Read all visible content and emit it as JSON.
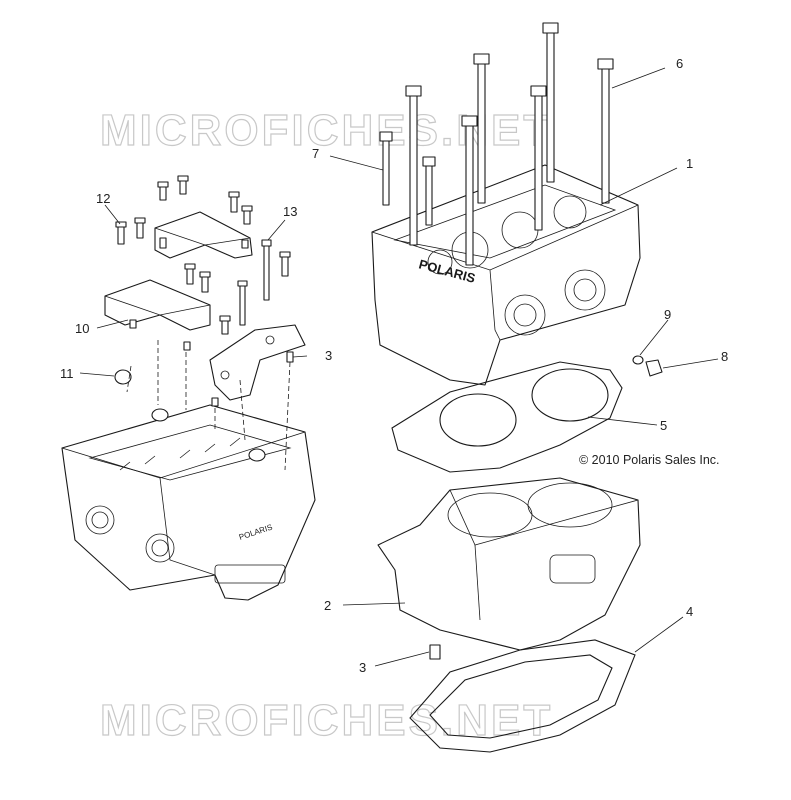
{
  "watermark": {
    "top": "MICROFICHES.NET",
    "bottom": "MICROFICHES.NET"
  },
  "copyright": "© 2010 Polaris Sales Inc.",
  "logo_text": "POLARIS",
  "callouts": [
    {
      "id": "c1",
      "label": "1"
    },
    {
      "id": "c2",
      "label": "2"
    },
    {
      "id": "c3a",
      "label": "3"
    },
    {
      "id": "c3b",
      "label": "3"
    },
    {
      "id": "c4",
      "label": "4"
    },
    {
      "id": "c5",
      "label": "5"
    },
    {
      "id": "c6",
      "label": "6"
    },
    {
      "id": "c7",
      "label": "7"
    },
    {
      "id": "c8",
      "label": "8"
    },
    {
      "id": "c9",
      "label": "9"
    },
    {
      "id": "c10",
      "label": "10"
    },
    {
      "id": "c11",
      "label": "11"
    },
    {
      "id": "c12",
      "label": "12"
    },
    {
      "id": "c13",
      "label": "13"
    }
  ]
}
